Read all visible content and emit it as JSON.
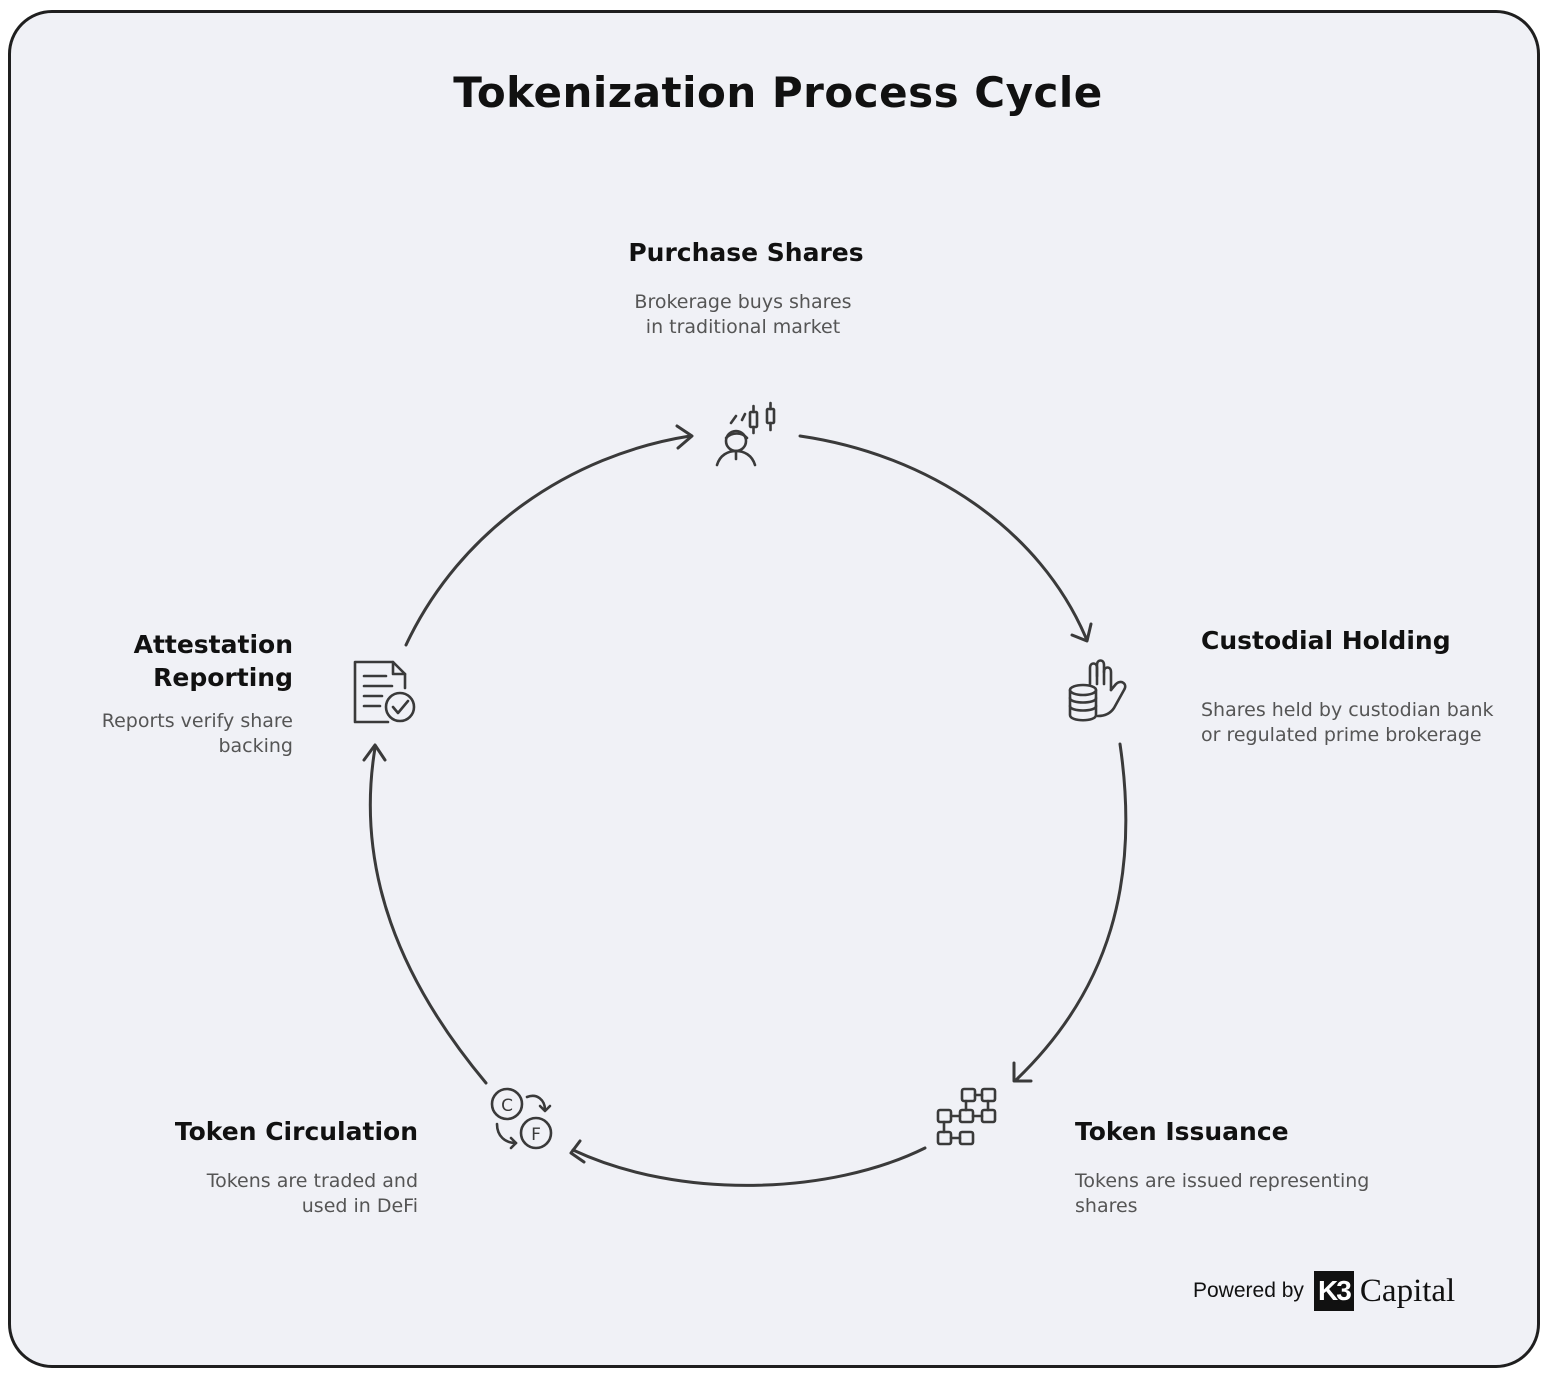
{
  "title": "Tokenization Process Cycle",
  "steps": [
    {
      "id": "purchase",
      "title": "Purchase Shares",
      "desc_lines": [
        "Brokerage buys shares",
        "in traditional market"
      ],
      "icon": "trader-chart-icon"
    },
    {
      "id": "custodial",
      "title": "Custodial Holding",
      "desc_lines": [
        "Shares held by custodian bank",
        "or regulated prime brokerage"
      ],
      "icon": "hand-coins-icon"
    },
    {
      "id": "issuance",
      "title": "Token Issuance",
      "desc_lines": [
        "Tokens are issued representing",
        "shares"
      ],
      "icon": "blocks-grid-icon"
    },
    {
      "id": "circulation",
      "title": "Token Circulation",
      "desc_lines": [
        "Tokens are traded and",
        "used in DeFi"
      ],
      "icon": "currency-exchange-icon"
    },
    {
      "id": "attestation",
      "title_lines": [
        "Attestation",
        "Reporting"
      ],
      "desc_lines": [
        "Reports verify share",
        "backing"
      ],
      "icon": "document-check-icon"
    }
  ],
  "footer": {
    "powered_by": "Powered by",
    "logo_mark": "K3",
    "logo_text": "Capital"
  },
  "colors": {
    "background": "#f0f1f6",
    "stroke": "#3a3a3a",
    "text": "#111111",
    "muted": "#555555"
  }
}
